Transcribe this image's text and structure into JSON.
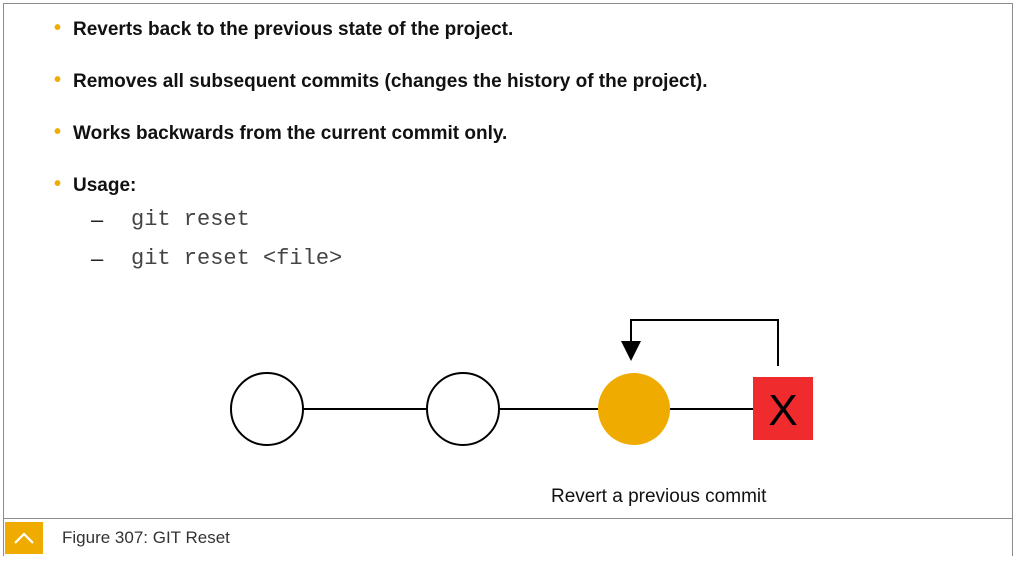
{
  "bullets": [
    "Reverts back to the previous state of the project.",
    "Removes all subsequent commits (changes the history of the project).",
    "Works backwards from the current commit only.",
    "Usage:"
  ],
  "usage": [
    "git reset",
    "git reset <file>"
  ],
  "dash": "–",
  "diagram": {
    "x_mark": "X",
    "caption": "Revert a previous commit",
    "colors": {
      "accent": "#f0ab00",
      "reverted": "#ef2b2d"
    }
  },
  "figure": {
    "label": "Figure 307: GIT Reset",
    "toggle_icon": "chevron-up-icon"
  }
}
